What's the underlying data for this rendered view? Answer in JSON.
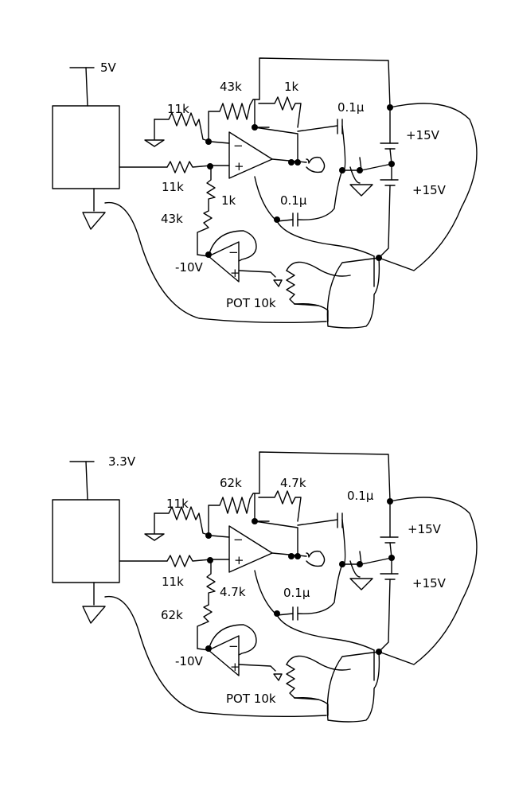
{
  "schematics": [
    {
      "supply": "5V",
      "r_in_top": "11k",
      "r_in_bottom": "11k",
      "r_feedback": "43k",
      "r_feedback_small": "1k",
      "r_ref_small": "1k",
      "r_ref": "43k",
      "cap_top": "0.1µ",
      "cap_bottom": "0.1µ",
      "rail_pos": "+15V",
      "rail_neg": "+15V",
      "ref_voltage": "-10V",
      "pot": "POT 10k"
    },
    {
      "supply": "3.3V",
      "r_in_top": "11k",
      "r_in_bottom": "11k",
      "r_feedback": "62k",
      "r_feedback_small": "4.7k",
      "r_ref_small": "4.7k",
      "r_ref": "62k",
      "cap_top": "0.1µ",
      "cap_bottom": "0.1µ",
      "rail_pos": "+15V",
      "rail_neg": "+15V",
      "ref_voltage": "-10V",
      "pot": "POT 10k"
    }
  ],
  "opamp_signs": {
    "inverting": "−",
    "noninverting": "+"
  }
}
